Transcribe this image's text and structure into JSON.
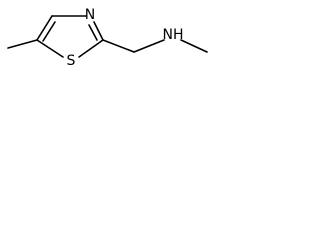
{
  "molecule": {
    "atoms": {
      "sulfur": "S",
      "ring_nitrogen": "N",
      "amine": "NH"
    }
  },
  "colors": {
    "bond": "#000000",
    "label": "#000000",
    "background": "#ffffff"
  }
}
